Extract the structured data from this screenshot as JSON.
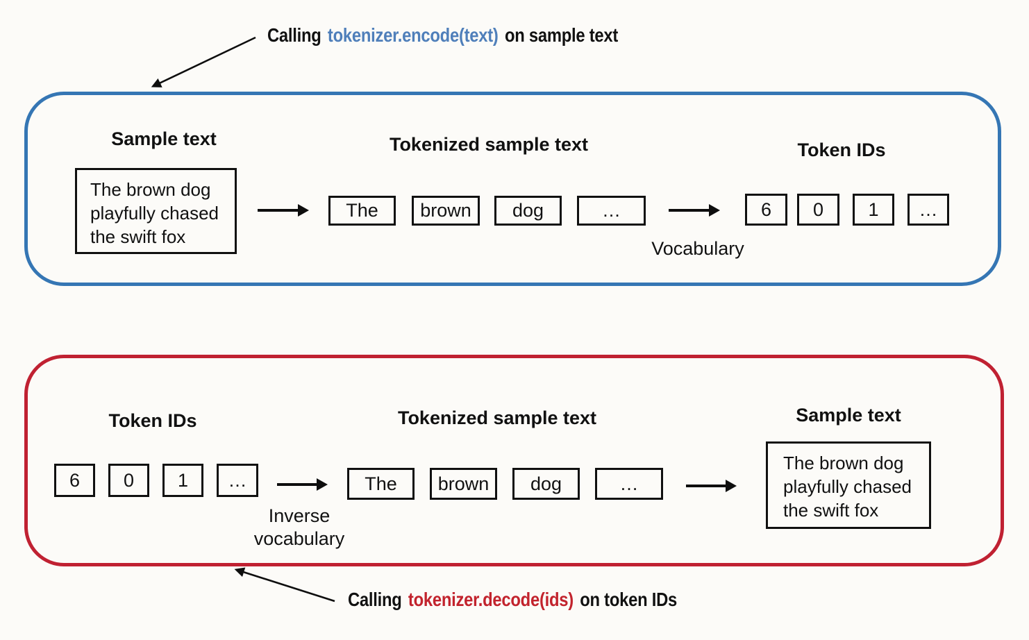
{
  "colors": {
    "bg": "#fcfbf8",
    "ink": "#111111",
    "panel_blue": "#3576b4",
    "panel_red": "#c02132",
    "code_blue": "#4f7fba",
    "code_red": "#c2232d"
  },
  "captions": {
    "encode": {
      "prefix": "Calling",
      "code": "tokenizer.encode(text)",
      "suffix": "on sample text"
    },
    "decode": {
      "prefix": "Calling",
      "code": "tokenizer.decode(ids)",
      "suffix": "on token IDs"
    }
  },
  "encode_panel": {
    "sample_title": "Sample text",
    "sample_text": "The brown dog\nplayfully chased\nthe swift fox",
    "tokenized_title": "Tokenized sample text",
    "tokens": [
      "The",
      "brown",
      "dog",
      "…"
    ],
    "mapping_label": "Vocabulary",
    "ids_title": "Token IDs",
    "ids": [
      "6",
      "0",
      "1",
      "…"
    ]
  },
  "decode_panel": {
    "ids_title": "Token IDs",
    "ids": [
      "6",
      "0",
      "1",
      "…"
    ],
    "mapping_label": "Inverse\nvocabulary",
    "tokenized_title": "Tokenized sample text",
    "tokens": [
      "The",
      "brown",
      "dog",
      "…"
    ],
    "sample_title": "Sample text",
    "sample_text": "The brown dog\nplayfully chased\nthe swift fox"
  }
}
